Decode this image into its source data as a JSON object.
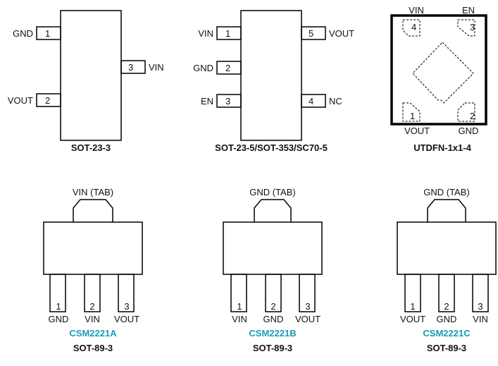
{
  "colors": {
    "line": "#000000",
    "part_name": "#1a9bb5",
    "text": "#111111"
  },
  "sot23_3": {
    "caption": "SOT-23-3",
    "pins": [
      {
        "num": "1",
        "name": "GND"
      },
      {
        "num": "2",
        "name": "VOUT"
      },
      {
        "num": "3",
        "name": "VIN"
      }
    ]
  },
  "sot23_5": {
    "caption": "SOT-23-5/SOT-353/SC70-5",
    "pins": [
      {
        "num": "1",
        "name": "VIN"
      },
      {
        "num": "2",
        "name": "GND"
      },
      {
        "num": "3",
        "name": "EN"
      },
      {
        "num": "4",
        "name": "NC"
      },
      {
        "num": "5",
        "name": "VOUT"
      }
    ]
  },
  "utdfn": {
    "caption": "UTDFN-1x1-4",
    "pins": [
      {
        "num": "1",
        "name": "VOUT"
      },
      {
        "num": "2",
        "name": "GND"
      },
      {
        "num": "3",
        "name": "EN"
      },
      {
        "num": "4",
        "name": "VIN"
      }
    ]
  },
  "sot89": [
    {
      "tab": "VIN (TAB)",
      "part": "CSM2221A",
      "caption": "SOT-89-3",
      "pins": [
        {
          "num": "1",
          "name": "GND"
        },
        {
          "num": "2",
          "name": "VIN"
        },
        {
          "num": "3",
          "name": "VOUT"
        }
      ]
    },
    {
      "tab": "GND (TAB)",
      "part": "CSM2221B",
      "caption": "SOT-89-3",
      "pins": [
        {
          "num": "1",
          "name": "VIN"
        },
        {
          "num": "2",
          "name": "GND"
        },
        {
          "num": "3",
          "name": "VOUT"
        }
      ]
    },
    {
      "tab": "GND (TAB)",
      "part": "CSM2221C",
      "caption": "SOT-89-3",
      "pins": [
        {
          "num": "1",
          "name": "VOUT"
        },
        {
          "num": "2",
          "name": "GND"
        },
        {
          "num": "3",
          "name": "VIN"
        }
      ]
    }
  ]
}
